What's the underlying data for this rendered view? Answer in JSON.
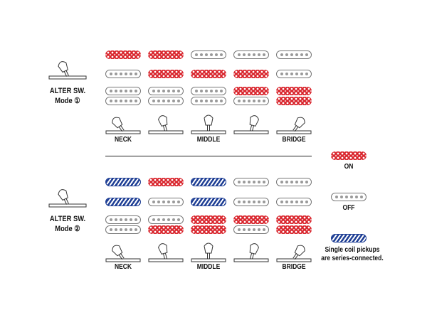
{
  "modes": [
    {
      "label": "ALTER SW.",
      "mode": "Mode ①",
      "columns": [
        {
          "pickups": [
            "on",
            "off",
            "off",
            "off"
          ],
          "position_label": "NECK",
          "lever": "neck"
        },
        {
          "pickups": [
            "on",
            "on",
            "off",
            "off"
          ],
          "position_label": "",
          "lever": "neck-mid"
        },
        {
          "pickups": [
            "off",
            "on",
            "off",
            "off"
          ],
          "position_label": "MIDDLE",
          "lever": "middle"
        },
        {
          "pickups": [
            "off",
            "on",
            "on",
            "off"
          ],
          "position_label": "",
          "lever": "mid-bridge"
        },
        {
          "pickups": [
            "off",
            "off",
            "on",
            "on"
          ],
          "position_label": "BRIDGE",
          "lever": "bridge"
        }
      ]
    },
    {
      "label": "ALTER SW.",
      "mode": "Mode ②",
      "columns": [
        {
          "pickups": [
            "series",
            "series",
            "off",
            "off"
          ],
          "position_label": "NECK",
          "lever": "neck"
        },
        {
          "pickups": [
            "on",
            "off",
            "off",
            "on"
          ],
          "position_label": "",
          "lever": "neck-mid"
        },
        {
          "pickups": [
            "series",
            "series",
            "on",
            "on"
          ],
          "position_label": "MIDDLE",
          "lever": "middle"
        },
        {
          "pickups": [
            "off",
            "off",
            "on",
            "off"
          ],
          "position_label": "",
          "lever": "mid-bridge"
        },
        {
          "pickups": [
            "off",
            "off",
            "on",
            "on"
          ],
          "position_label": "BRIDGE",
          "lever": "bridge"
        }
      ]
    }
  ],
  "legend": {
    "on": "ON",
    "off": "OFF",
    "series_line1": "Single coil pickups",
    "series_line2": "are series-connected."
  },
  "colors": {
    "on": "#d8222a",
    "series": "#1f3f95"
  }
}
